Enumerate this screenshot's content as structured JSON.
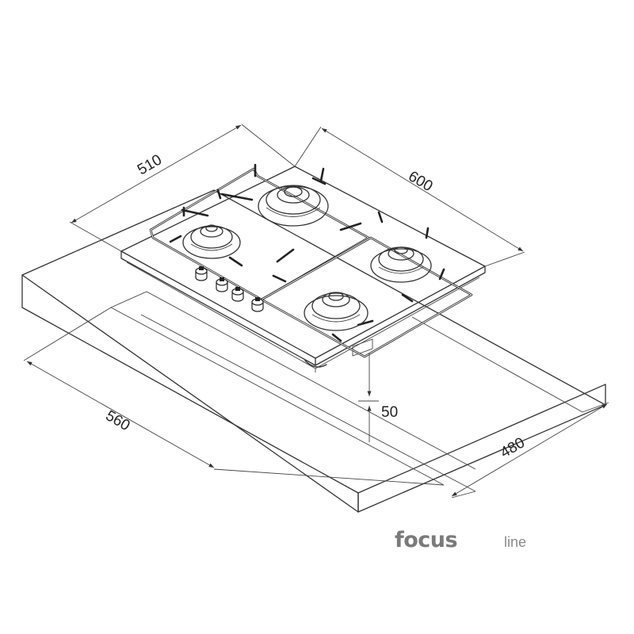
{
  "dimensions": {
    "hob_depth": "510",
    "hob_width": "600",
    "cutout_width": "560",
    "cutout_depth": "480",
    "worktop_gap": "50"
  },
  "brand": {
    "name": "focus",
    "suffix": "line"
  },
  "colors": {
    "line": "#333333",
    "brand": "#7a7a7a"
  }
}
